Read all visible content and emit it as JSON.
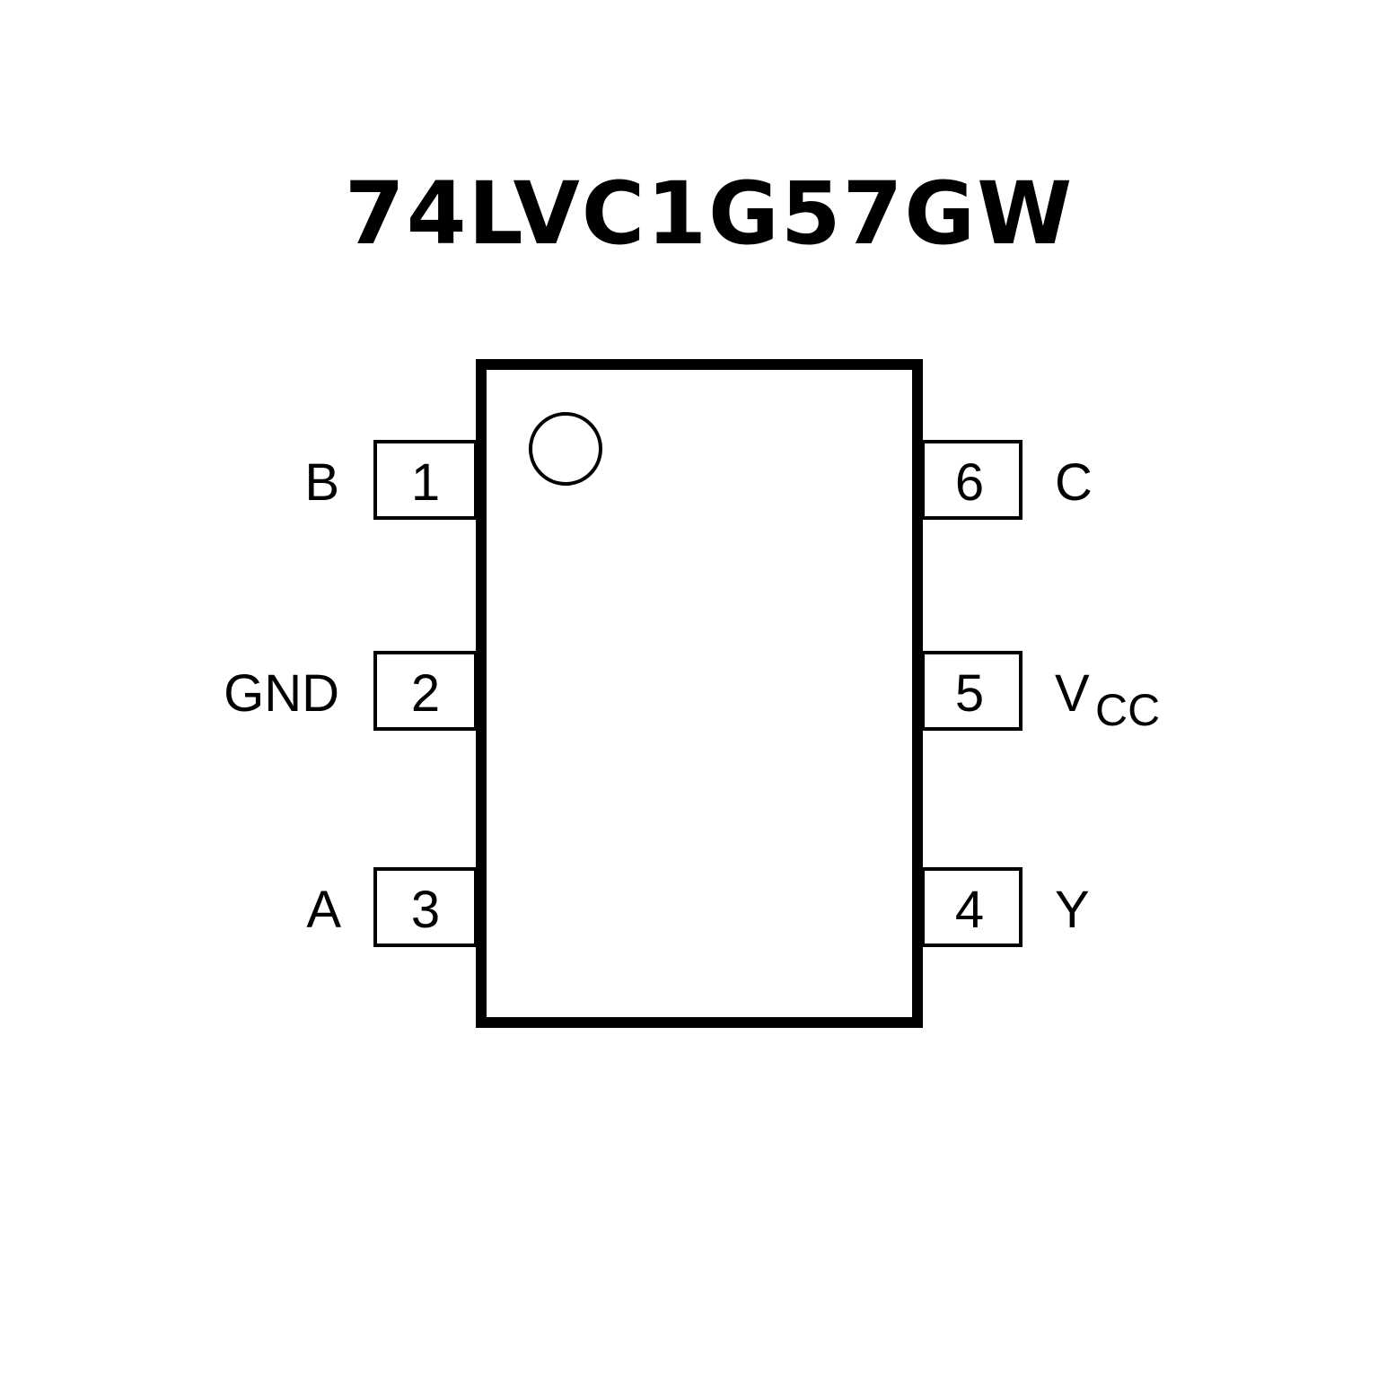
{
  "title": "74LVC1G57GW",
  "pins": [
    {
      "number": "1",
      "label": "B"
    },
    {
      "number": "2",
      "label": "GND"
    },
    {
      "number": "3",
      "label": "A"
    },
    {
      "number": "4",
      "label": "Y"
    },
    {
      "number": "5",
      "label": "V",
      "label_sub": "CC"
    },
    {
      "number": "6",
      "label": "C"
    }
  ],
  "colors": {
    "line": "#000000",
    "background": "#ffffff"
  }
}
